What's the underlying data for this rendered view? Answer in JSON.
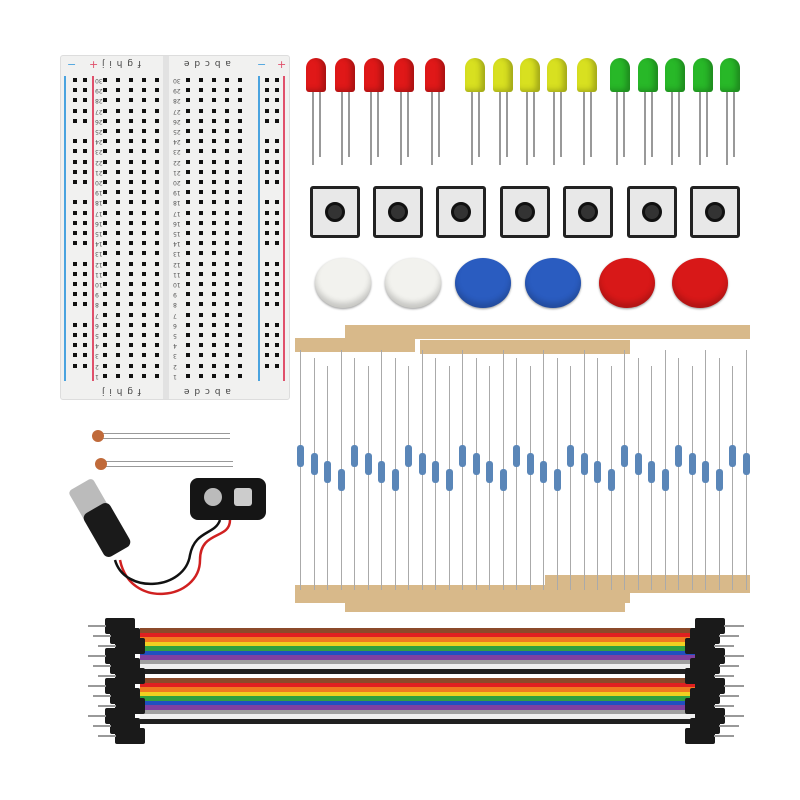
{
  "breadboard": {
    "left_column_letters": "f g h i j",
    "right_column_letters": "a b c d e",
    "row_numbers": [
      "30",
      "29",
      "28",
      "27",
      "26",
      "25",
      "24",
      "23",
      "22",
      "21",
      "20",
      "19",
      "18",
      "17",
      "16",
      "15",
      "14",
      "13",
      "12",
      "11",
      "10",
      "9",
      "8",
      "7",
      "6",
      "5",
      "4",
      "3",
      "2",
      "1"
    ],
    "rail_signs": {
      "minus": "−",
      "plus": "+"
    },
    "colors": {
      "blue_rail": "#4aa3df",
      "red_rail": "#e0506b"
    }
  },
  "leds": {
    "colors": [
      "#e01818",
      "#d8e020",
      "#28b828"
    ],
    "count_per_color": 5
  },
  "buttons": {
    "count": 7
  },
  "caps": {
    "colors": [
      "#f2f2ee",
      "#f2f2ee",
      "#2a5cc0",
      "#2a5cc0",
      "#d81818",
      "#d81818"
    ]
  },
  "jumper_wire_colors": [
    "#8b4a2a",
    "#e02020",
    "#f07a20",
    "#f0d020",
    "#30a040",
    "#2050c0",
    "#8040a0",
    "#a0a0a0",
    "#f0f0f0",
    "#202020"
  ]
}
